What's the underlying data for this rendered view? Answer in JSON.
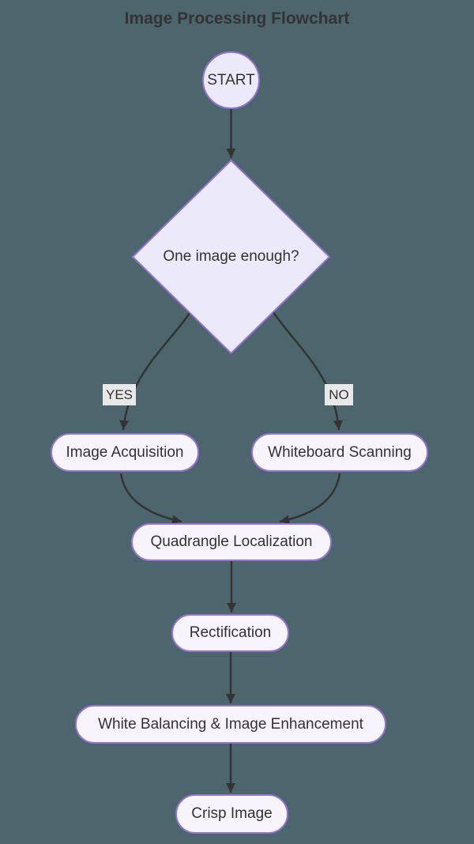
{
  "title": "Image Processing Flowchart",
  "diagram": {
    "type": "flowchart",
    "nodes": {
      "start": {
        "label": "START",
        "shape": "circle"
      },
      "decision": {
        "label": "One image enough?",
        "shape": "diamond"
      },
      "image_acquisition": {
        "label": "Image Acquisition",
        "shape": "stadium"
      },
      "whiteboard_scanning": {
        "label": "Whiteboard Scanning",
        "shape": "stadium"
      },
      "quadrangle_localization": {
        "label": "Quadrangle Localization",
        "shape": "stadium"
      },
      "rectification": {
        "label": "Rectification",
        "shape": "stadium"
      },
      "white_balancing": {
        "label": "White Balancing & Image Enhancement",
        "shape": "stadium"
      },
      "crisp_image": {
        "label": "Crisp Image",
        "shape": "stadium"
      }
    },
    "edge_labels": {
      "yes": "YES",
      "no": "NO"
    },
    "edges": [
      {
        "from": "start",
        "to": "decision",
        "label": ""
      },
      {
        "from": "decision",
        "to": "image_acquisition",
        "label": "YES"
      },
      {
        "from": "decision",
        "to": "whiteboard_scanning",
        "label": "NO"
      },
      {
        "from": "image_acquisition",
        "to": "quadrangle_localization",
        "label": ""
      },
      {
        "from": "whiteboard_scanning",
        "to": "quadrangle_localization",
        "label": ""
      },
      {
        "from": "quadrangle_localization",
        "to": "rectification",
        "label": ""
      },
      {
        "from": "rectification",
        "to": "white_balancing",
        "label": ""
      },
      {
        "from": "white_balancing",
        "to": "crisp_image",
        "label": ""
      }
    ],
    "colors": {
      "background": "#4d666d",
      "node_fill": "#f7f4fe",
      "decision_fill": "#eceafa",
      "node_border": "#9673d6",
      "edge": "#333333",
      "text": "#333333",
      "edge_label_bg": "#e8e8e8"
    }
  }
}
